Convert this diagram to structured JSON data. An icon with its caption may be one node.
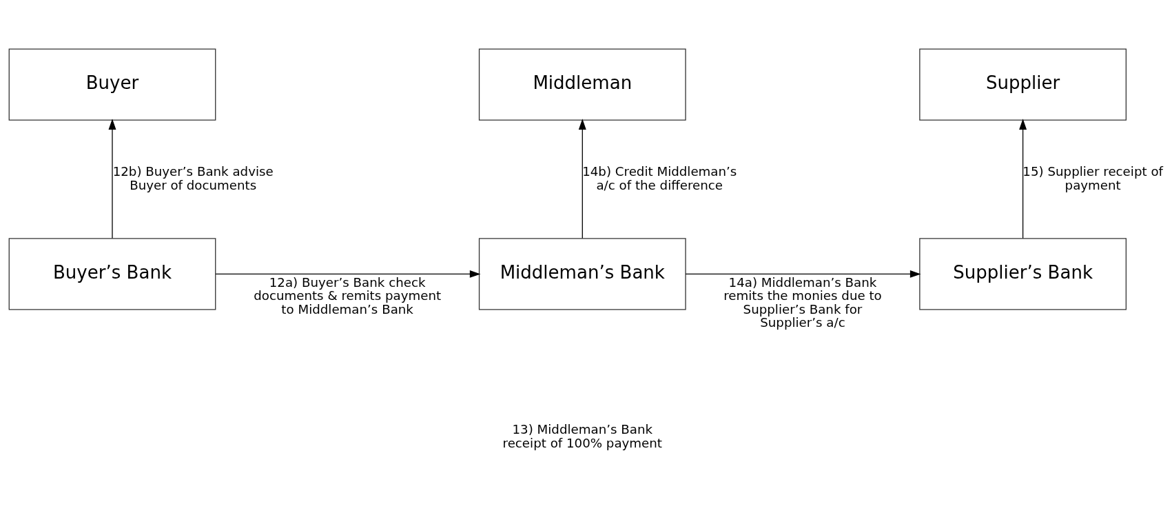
{
  "diagram": {
    "nodes": [
      {
        "text": [
          "Buyer"
        ]
      },
      {
        "text": [
          "Middleman"
        ]
      },
      {
        "text": [
          "Supplier"
        ]
      },
      {
        "text": [
          "Buyer’s Bank"
        ]
      },
      {
        "text": [
          "Middleman’s Bank"
        ]
      },
      {
        "text": [
          "Supplier’s Bank"
        ]
      }
    ],
    "edges": [
      {
        "from": 3,
        "to": 0,
        "arrow": "to",
        "label": "12b) Buyer’s Bank advise Buyer of documents"
      },
      {
        "from": 4,
        "to": 1,
        "arrow": "to",
        "label": "14b) Credit Middleman’s a/c of the difference"
      },
      {
        "from": 5,
        "to": 2,
        "arrow": "to",
        "label": "15) Supplier receipt of payment"
      },
      {
        "from": 3,
        "to": 4,
        "arrow": "to",
        "label": "12a) Buyer’s Bank check documents & remits payment to Middleman’s Bank"
      },
      {
        "from": 4,
        "to": 5,
        "arrow": "to",
        "label": "14a) Middleman’s Bank remits the monies due to Supplier’s Bank for Supplier’s a/c"
      }
    ],
    "labels": [
      "13) Middleman’s Bank receipt of 100% payment"
    ]
  }
}
